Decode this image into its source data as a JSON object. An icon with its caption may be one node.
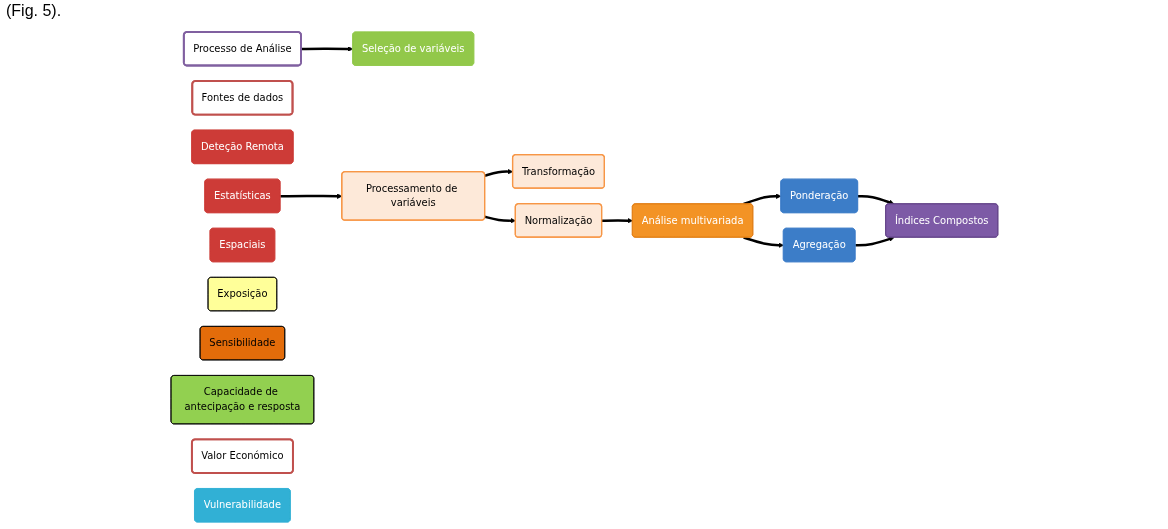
{
  "diagram": {
    "nodes": [
      {
        "text": [
          "Processo de Análise"
        ]
      },
      {
        "text": [
          "Seleção de variáveis"
        ]
      },
      {
        "text": [
          "Fontes de dados"
        ]
      },
      {
        "text": [
          "Deteção Remota"
        ]
      },
      {
        "text": [
          "Estatísticas"
        ]
      },
      {
        "text": [
          "Espaciais"
        ]
      },
      {
        "text": [
          "Processamento de variáveis"
        ]
      },
      {
        "text": [
          "Transformação"
        ]
      },
      {
        "text": [
          "Normalização"
        ]
      },
      {
        "text": [
          "Análise multivariada"
        ]
      },
      {
        "text": [
          "Ponderação"
        ]
      },
      {
        "text": [
          "Agregação"
        ]
      },
      {
        "text": [
          "Índices Compostos"
        ]
      },
      {
        "text": [
          "Exposição"
        ]
      },
      {
        "text": [
          "Sensibilidade"
        ]
      },
      {
        "text": [
          "Capacidade de antecipação e resposta"
        ]
      },
      {
        "text": [
          "Valor Económico"
        ]
      },
      {
        "text": [
          "Vulnerabilidade"
        ]
      }
    ],
    "edges": [
      {
        "from": 0,
        "to": 1,
        "arrow": "to"
      },
      {
        "from": 4,
        "to": 6,
        "arrow": "to"
      },
      {
        "from": 6,
        "to": 7,
        "arrow": "to"
      },
      {
        "from": 6,
        "to": 8,
        "arrow": "to"
      },
      {
        "from": 8,
        "to": 9,
        "arrow": "to"
      },
      {
        "from": 9,
        "to": 10,
        "arrow": "to"
      },
      {
        "from": 9,
        "to": 11,
        "arrow": "to"
      },
      {
        "from": 10,
        "to": 12,
        "arrow": "to"
      },
      {
        "from": 11,
        "to": 12,
        "arrow": "to"
      }
    ],
    "labels": [
      "(Fig. 5)."
    ]
  }
}
